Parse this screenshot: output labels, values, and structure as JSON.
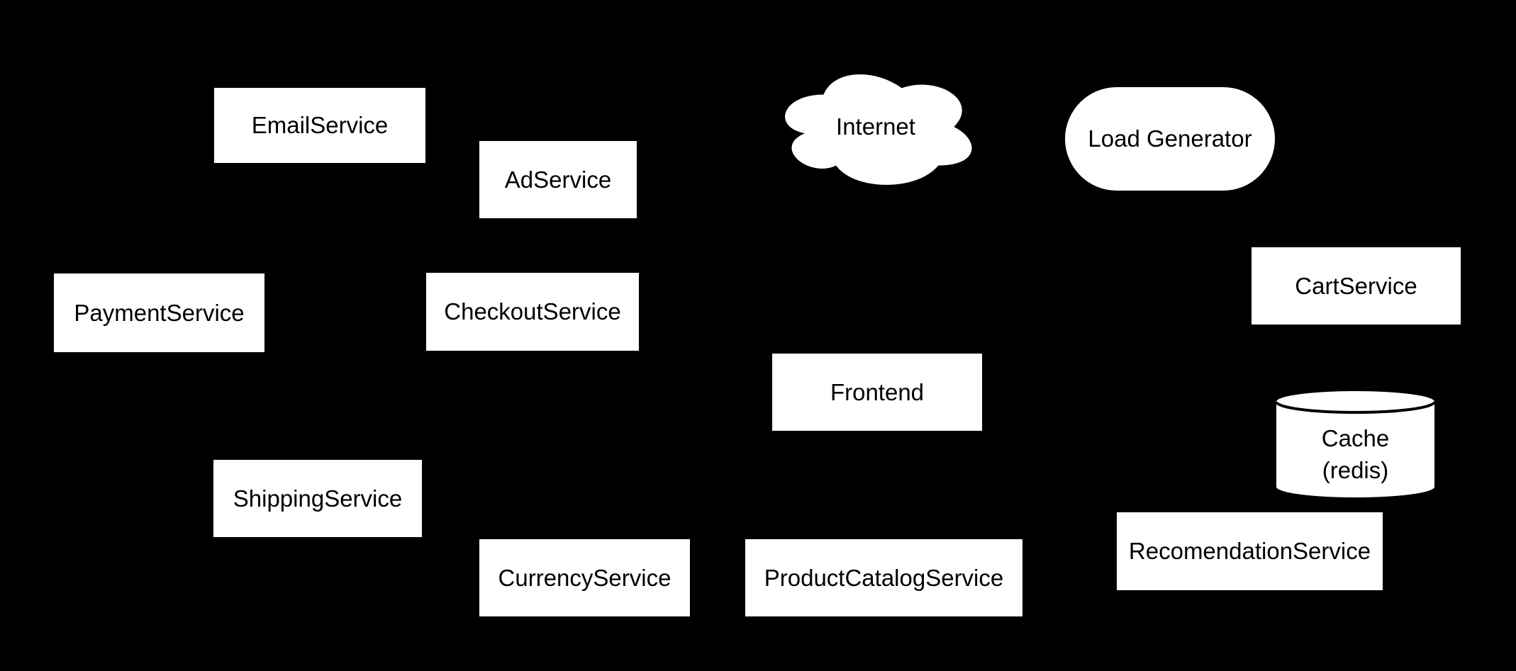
{
  "diagram": {
    "colors": {
      "background": "#000000",
      "node_fill": "#ffffff",
      "node_text": "#000000",
      "cylinder_lid_stroke": "#000000"
    },
    "nodes": {
      "email": {
        "label": "EmailService",
        "shape": "rectangle"
      },
      "ad": {
        "label": "AdService",
        "shape": "rectangle"
      },
      "payment": {
        "label": "PaymentService",
        "shape": "rectangle"
      },
      "checkout": {
        "label": "CheckoutService",
        "shape": "rectangle"
      },
      "shipping": {
        "label": "ShippingService",
        "shape": "rectangle"
      },
      "currency": {
        "label": "CurrencyService",
        "shape": "rectangle"
      },
      "frontend": {
        "label": "Frontend",
        "shape": "rectangle"
      },
      "productcatalog": {
        "label": "ProductCatalogService",
        "shape": "rectangle"
      },
      "cart": {
        "label": "CartService",
        "shape": "rectangle"
      },
      "recomendation": {
        "label": "RecomendationService",
        "shape": "rectangle"
      },
      "internet": {
        "label": "Internet",
        "shape": "cloud"
      },
      "loadgenerator": {
        "label": "Load Generator",
        "shape": "stadium"
      },
      "cache": {
        "label": "Cache\n(redis)",
        "shape": "cylinder"
      }
    }
  }
}
